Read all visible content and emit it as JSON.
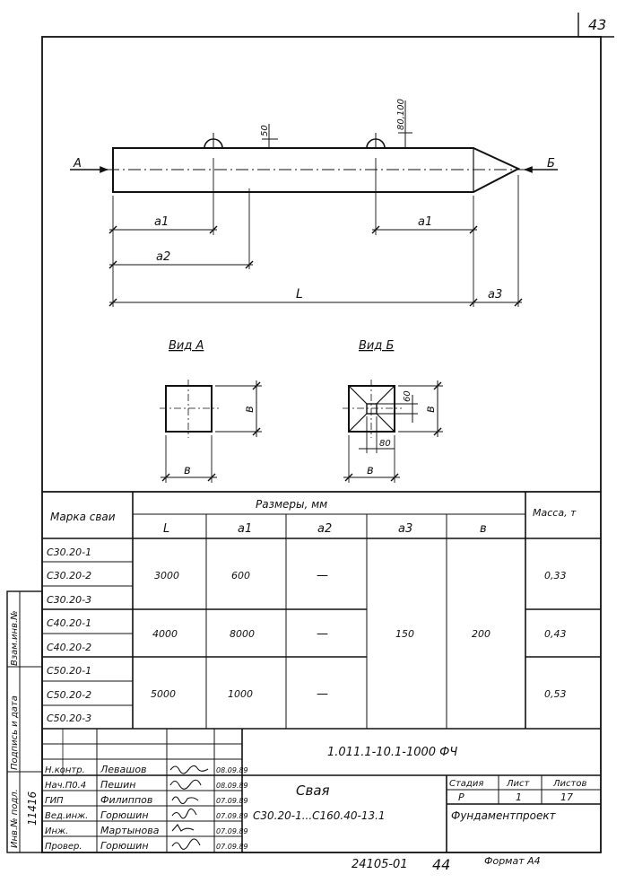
{
  "sheet_number": "43",
  "drawing": {
    "side_a": "А",
    "side_b": "Б",
    "dim_50": "50",
    "dim_80_100": "80,100",
    "dim_a1_left": "а1",
    "dim_a1_right": "а1",
    "dim_a2": "а2",
    "dim_L": "L",
    "dim_a3": "а3",
    "view_a_title": "Вид А",
    "view_b_title": "Вид Б",
    "view_a_dim_v_side": "в",
    "view_a_dim_v_bottom": "в",
    "view_b_dim_60": "60",
    "view_b_dim_80": "80",
    "view_b_dim_v_side": "в",
    "view_b_dim_v_bottom": "в"
  },
  "table": {
    "col_mark": "Марка сваи",
    "col_sizes": "Размеры, мм",
    "col_L": "L",
    "col_a1": "а1",
    "col_a2": "а2",
    "col_a3": "а3",
    "col_v": "в",
    "col_mass": "Масса, т",
    "marks": [
      "С30.20-1",
      "С30.20-2",
      "С30.20-3",
      "С40.20-1",
      "С40.20-2",
      "С50.20-1",
      "С50.20-2",
      "С50.20-3"
    ],
    "groups": [
      {
        "L": "3000",
        "a1": "600",
        "a2": "—",
        "mass": "0,33"
      },
      {
        "L": "4000",
        "a1": "8000",
        "a2": "—",
        "mass": "0,43"
      },
      {
        "L": "5000",
        "a1": "1000",
        "a2": "—",
        "mass": "0,53"
      }
    ],
    "a3": "150",
    "v": "200"
  },
  "side_stamp": {
    "inv_podl": "Инв.№ подл.",
    "podpis_data": "Подпись и дата",
    "vzam_inv": "Взам.инв.№",
    "number": "11416"
  },
  "title_block": {
    "code": "1.011.1-10.1-1000 ФЧ",
    "staff": [
      {
        "role": "Н.контр.",
        "name": "Левашов",
        "date": "08.09.89"
      },
      {
        "role": "Нач.П0.4",
        "name": "Пешин",
        "date": "08.09.89"
      },
      {
        "role": "ГИП",
        "name": "Филиппов",
        "date": "07.09.89"
      },
      {
        "role": "Вед.инж.",
        "name": "Горюшин",
        "date": "07.09.89"
      },
      {
        "role": "Инж.",
        "name": "Мартынова",
        "date": "07.09.89"
      },
      {
        "role": "Провер.",
        "name": "Горюшин",
        "date": "07.09.89"
      }
    ],
    "title_line1": "Свая",
    "title_line2": "С30.20-1...С160.40-13.1",
    "stage_label": "Стадия",
    "sheet_label": "Лист",
    "sheets_label": "Листов",
    "stage": "Р",
    "sheet": "1",
    "sheets": "17",
    "org": "Фундаментпроект"
  },
  "footer": {
    "archive_no": "24105-01",
    "page": "44",
    "format": "Формат А4"
  }
}
